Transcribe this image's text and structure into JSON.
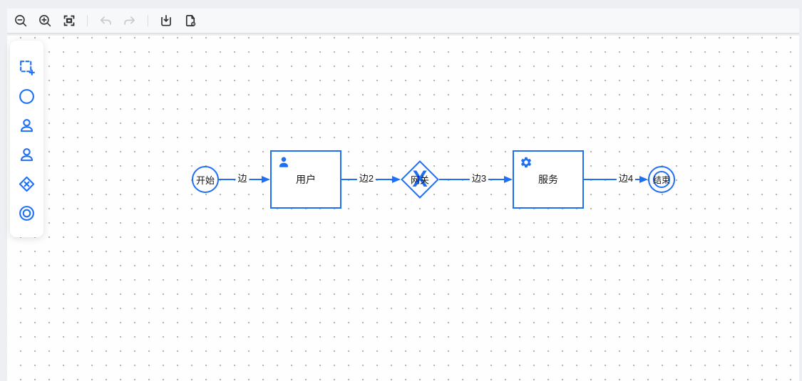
{
  "colors": {
    "accent": "#1f6ff5",
    "page_background": "#edeff3",
    "toolbar_background": "#f7f8f9",
    "canvas_background": "#fefefe",
    "grid_dot": "#b3b5ba",
    "icon_default": "#3a3a3d",
    "icon_disabled": "#c9cbce",
    "node_text": "#141414"
  },
  "toolbar": {
    "icons": [
      "zoom-out",
      "zoom-in",
      "fit-view",
      "undo",
      "redo",
      "download",
      "export-image"
    ]
  },
  "palette": {
    "items": [
      "select-area",
      "start-node",
      "user-node",
      "user-node-alt",
      "gateway-node",
      "end-node"
    ]
  },
  "diagram": {
    "nodes": {
      "start": {
        "type": "start-circle",
        "label": "开始"
      },
      "user": {
        "type": "rect",
        "label": "用户",
        "icon": "user-icon"
      },
      "gateway": {
        "type": "diamond",
        "label": "网关",
        "marker": "X"
      },
      "service": {
        "type": "rect",
        "label": "服务",
        "icon": "gear-icon"
      },
      "end": {
        "type": "end-circle",
        "label": "结束"
      }
    },
    "edges": {
      "e1": {
        "label": "边"
      },
      "e2": {
        "label": "边2"
      },
      "e3": {
        "label": "边3"
      },
      "e4": {
        "label": "边4"
      }
    }
  }
}
